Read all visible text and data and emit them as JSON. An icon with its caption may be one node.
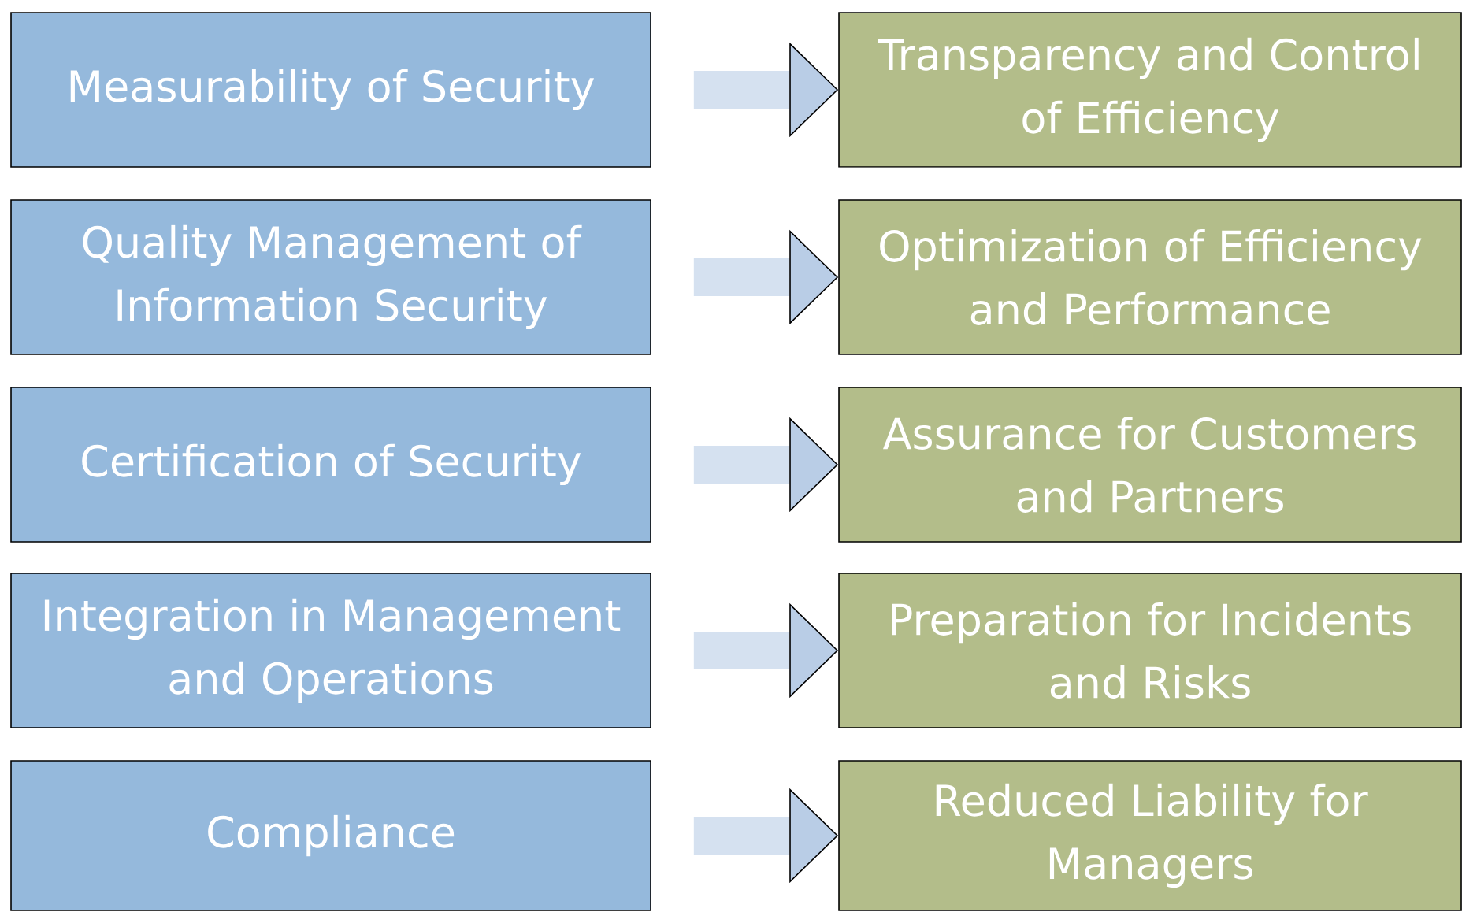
{
  "diagram": {
    "nodes": [
      {
        "text": [
          "Measurability of Security"
        ]
      },
      {
        "text": [
          "Transparency and Control of Efficiency"
        ]
      },
      {
        "text": [
          "Quality Management of Information Security"
        ]
      },
      {
        "text": [
          "Optimization of Efficiency and Performance"
        ]
      },
      {
        "text": [
          "Certification of Security"
        ]
      },
      {
        "text": [
          "Assurance for Customers and Partners"
        ]
      },
      {
        "text": [
          "Integration in Management and Operations"
        ]
      },
      {
        "text": [
          "Preparation for Incidents and Risks"
        ]
      },
      {
        "text": [
          "Compliance"
        ]
      },
      {
        "text": [
          "Reduced Liability for Managers"
        ]
      }
    ],
    "edges": [
      {
        "from": 0,
        "to": 1,
        "arrow": "to"
      },
      {
        "from": 2,
        "to": 3,
        "arrow": "to"
      },
      {
        "from": 4,
        "to": 5,
        "arrow": "to"
      },
      {
        "from": 6,
        "to": 7,
        "arrow": "to"
      },
      {
        "from": 8,
        "to": 9,
        "arrow": "to"
      }
    ]
  }
}
